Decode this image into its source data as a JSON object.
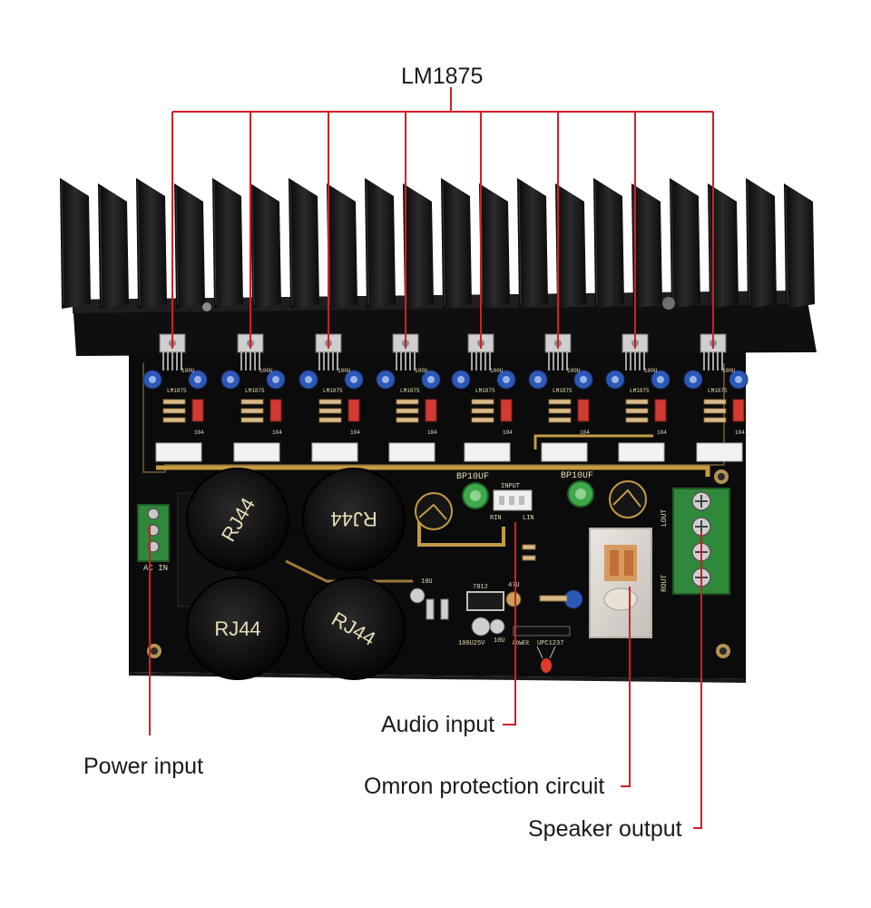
{
  "callouts": {
    "chip": "LM1875",
    "audio_input": "Audio input",
    "power_input": "Power input",
    "protection": "Omron protection circuit",
    "speaker_output": "Speaker output"
  },
  "board_text": {
    "cap_label": "RJ44",
    "chip_label": "LM1875",
    "cap_small": "100U",
    "cer_cap": "104",
    "bp_cap": "BP10UF",
    "input_header": "INPUT",
    "rin": "RIN",
    "lin": "LIN",
    "ac_in": "AC IN",
    "rout": "ROUT",
    "lout": "LOUT",
    "reg": "7812",
    "cap_47": "47U",
    "cap_100u25": "100U25V",
    "cap_10u": "10U",
    "power_led": "POWER",
    "prot_ic": "UPC1237",
    "cap_10v": "10U"
  },
  "colors": {
    "leader_line": "#d21f26",
    "pcb": "#0b0b0b",
    "heatsink": "#141414",
    "silkscreen": "#e9dfb8",
    "gold_trace": "#c39a45",
    "terminal_green": "#2e8a3a",
    "text": "#1a1a1a"
  },
  "chip_count": 8
}
